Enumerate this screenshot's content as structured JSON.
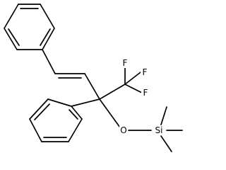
{
  "molecule": {
    "atoms": {
      "f_top": "F",
      "f_middle": "F",
      "f_bottom": "F",
      "oxygen": "O",
      "silicon": "Si"
    }
  }
}
